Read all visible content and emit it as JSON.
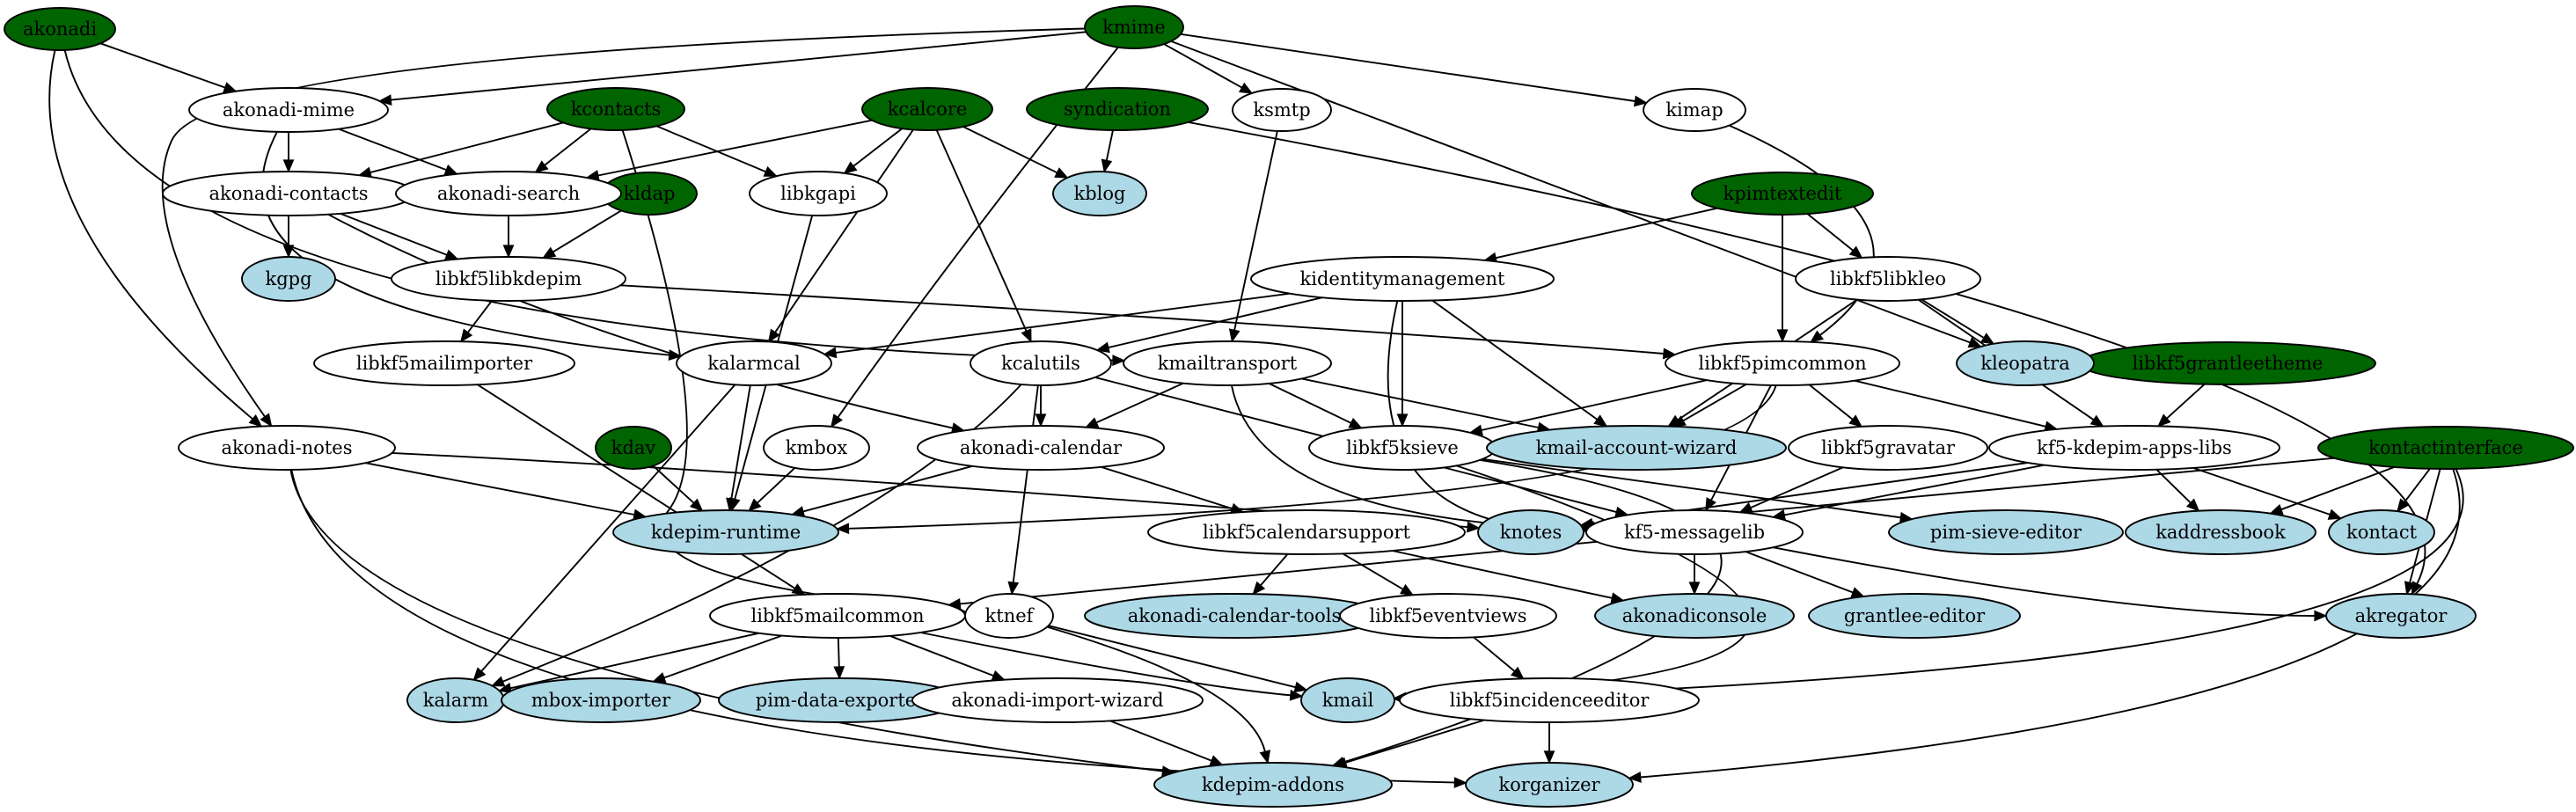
{
  "diagram": {
    "type": "dependency-graph",
    "colors": {
      "source": "#006400",
      "intermediate": "#ffffff",
      "leaf": "#add8e6",
      "edge": "#000000"
    },
    "nodes": [
      {
        "id": "akonadi",
        "label": "akonadi",
        "kind": "source"
      },
      {
        "id": "kmime",
        "label": "kmime",
        "kind": "source"
      },
      {
        "id": "kcontacts",
        "label": "kcontacts",
        "kind": "source"
      },
      {
        "id": "kcalcore",
        "label": "kcalcore",
        "kind": "source"
      },
      {
        "id": "syndication",
        "label": "syndication",
        "kind": "source"
      },
      {
        "id": "kldap",
        "label": "kldap",
        "kind": "source"
      },
      {
        "id": "kpimtextedit",
        "label": "kpimtextedit",
        "kind": "source"
      },
      {
        "id": "libkf5grantleetheme",
        "label": "libkf5grantleetheme",
        "kind": "source"
      },
      {
        "id": "kdav",
        "label": "kdav",
        "kind": "source"
      },
      {
        "id": "kontactinterface",
        "label": "kontactinterface",
        "kind": "source"
      },
      {
        "id": "akonadi-mime",
        "label": "akonadi-mime",
        "kind": "intermediate"
      },
      {
        "id": "ksmtp",
        "label": "ksmtp",
        "kind": "intermediate"
      },
      {
        "id": "kimap",
        "label": "kimap",
        "kind": "intermediate"
      },
      {
        "id": "akonadi-contacts",
        "label": "akonadi-contacts",
        "kind": "intermediate"
      },
      {
        "id": "akonadi-search",
        "label": "akonadi-search",
        "kind": "intermediate"
      },
      {
        "id": "libkgapi",
        "label": "libkgapi",
        "kind": "intermediate"
      },
      {
        "id": "kblog",
        "label": "kblog",
        "kind": "leaf"
      },
      {
        "id": "kgpg",
        "label": "kgpg",
        "kind": "leaf"
      },
      {
        "id": "libkf5libkdepim",
        "label": "libkf5libkdepim",
        "kind": "intermediate"
      },
      {
        "id": "kidentitymanagement",
        "label": "kidentitymanagement",
        "kind": "intermediate"
      },
      {
        "id": "libkf5libkleo",
        "label": "libkf5libkleo",
        "kind": "intermediate"
      },
      {
        "id": "libkf5mailimporter",
        "label": "libkf5mailimporter",
        "kind": "intermediate"
      },
      {
        "id": "kalarmcal",
        "label": "kalarmcal",
        "kind": "intermediate"
      },
      {
        "id": "kcalutils",
        "label": "kcalutils",
        "kind": "intermediate"
      },
      {
        "id": "kmailtransport",
        "label": "kmailtransport",
        "kind": "intermediate"
      },
      {
        "id": "libkf5pimcommon",
        "label": "libkf5pimcommon",
        "kind": "intermediate"
      },
      {
        "id": "kleopatra",
        "label": "kleopatra",
        "kind": "leaf"
      },
      {
        "id": "akonadi-notes",
        "label": "akonadi-notes",
        "kind": "intermediate"
      },
      {
        "id": "kmbox",
        "label": "kmbox",
        "kind": "intermediate"
      },
      {
        "id": "akonadi-calendar",
        "label": "akonadi-calendar",
        "kind": "intermediate"
      },
      {
        "id": "libkf5ksieve",
        "label": "libkf5ksieve",
        "kind": "intermediate"
      },
      {
        "id": "kmail-account-wizard",
        "label": "kmail-account-wizard",
        "kind": "leaf"
      },
      {
        "id": "libkf5gravatar",
        "label": "libkf5gravatar",
        "kind": "intermediate"
      },
      {
        "id": "kf5-kdepim-apps-libs",
        "label": "kf5-kdepim-apps-libs",
        "kind": "intermediate"
      },
      {
        "id": "kdepim-runtime",
        "label": "kdepim-runtime",
        "kind": "leaf"
      },
      {
        "id": "knotes",
        "label": "knotes",
        "kind": "leaf"
      },
      {
        "id": "libkf5calendarsupport",
        "label": "libkf5calendarsupport",
        "kind": "intermediate"
      },
      {
        "id": "kf5-messagelib",
        "label": "kf5-messagelib",
        "kind": "intermediate"
      },
      {
        "id": "pim-sieve-editor",
        "label": "pim-sieve-editor",
        "kind": "leaf"
      },
      {
        "id": "kaddressbook",
        "label": "kaddressbook",
        "kind": "leaf"
      },
      {
        "id": "kontact",
        "label": "kontact",
        "kind": "leaf"
      },
      {
        "id": "libkf5mailcommon",
        "label": "libkf5mailcommon",
        "kind": "intermediate"
      },
      {
        "id": "ktnef",
        "label": "ktnef",
        "kind": "intermediate"
      },
      {
        "id": "akonadi-calendar-tools",
        "label": "akonadi-calendar-tools",
        "kind": "leaf"
      },
      {
        "id": "libkf5eventviews",
        "label": "libkf5eventviews",
        "kind": "intermediate"
      },
      {
        "id": "akonadiconsole",
        "label": "akonadiconsole",
        "kind": "leaf"
      },
      {
        "id": "grantlee-editor",
        "label": "grantlee-editor",
        "kind": "leaf"
      },
      {
        "id": "akregator",
        "label": "akregator",
        "kind": "leaf"
      },
      {
        "id": "kalarm",
        "label": "kalarm",
        "kind": "leaf"
      },
      {
        "id": "mbox-importer",
        "label": "mbox-importer",
        "kind": "leaf"
      },
      {
        "id": "pim-data-exporter",
        "label": "pim-data-exporter",
        "kind": "leaf"
      },
      {
        "id": "akonadi-import-wizard",
        "label": "akonadi-import-wizard",
        "kind": "intermediate"
      },
      {
        "id": "kmail",
        "label": "kmail",
        "kind": "leaf"
      },
      {
        "id": "libkf5incidenceeditor",
        "label": "libkf5incidenceeditor",
        "kind": "intermediate"
      },
      {
        "id": "kdepim-addons",
        "label": "kdepim-addons",
        "kind": "leaf"
      },
      {
        "id": "korganizer",
        "label": "korganizer",
        "kind": "leaf"
      }
    ],
    "edges": [
      [
        "akonadi",
        "akonadi-mime"
      ],
      [
        "akonadi",
        "akonadi-notes"
      ],
      [
        "akonadi",
        "kmailtransport"
      ],
      [
        "kmime",
        "akonadi-mime"
      ],
      [
        "kmime",
        "ksmtp"
      ],
      [
        "kmime",
        "kimap"
      ],
      [
        "kmime",
        "akonadi-notes"
      ],
      [
        "kmime",
        "kmbox"
      ],
      [
        "kmime",
        "kleopatra"
      ],
      [
        "akonadi-mime",
        "akonadi-contacts"
      ],
      [
        "akonadi-mime",
        "akonadi-search"
      ],
      [
        "akonadi-mime",
        "kalarmcal"
      ],
      [
        "kcontacts",
        "akonadi-contacts"
      ],
      [
        "kcontacts",
        "akonadi-search"
      ],
      [
        "kcontacts",
        "libkgapi"
      ],
      [
        "kcontacts",
        "ktnef"
      ],
      [
        "kcalcore",
        "akonadi-search"
      ],
      [
        "kcalcore",
        "libkgapi"
      ],
      [
        "kcalcore",
        "kblog"
      ],
      [
        "kcalcore",
        "kalarmcal"
      ],
      [
        "kcalcore",
        "kcalutils"
      ],
      [
        "syndication",
        "kblog"
      ],
      [
        "syndication",
        "akregator"
      ],
      [
        "ksmtp",
        "kmailtransport"
      ],
      [
        "kimap",
        "libkf5pimcommon"
      ],
      [
        "akonadi-contacts",
        "kgpg"
      ],
      [
        "akonadi-contacts",
        "libkf5libkdepim"
      ],
      [
        "akonadi-contacts",
        "akonadi-calendar"
      ],
      [
        "akonadi-search",
        "libkf5libkdepim"
      ],
      [
        "kldap",
        "libkf5libkdepim"
      ],
      [
        "libkgapi",
        "kdepim-runtime"
      ],
      [
        "libkf5libkdepim",
        "libkf5mailimporter"
      ],
      [
        "libkf5libkdepim",
        "libkf5pimcommon"
      ],
      [
        "kpimtextedit",
        "kidentitymanagement"
      ],
      [
        "kpimtextedit",
        "libkf5libkleo"
      ],
      [
        "kpimtextedit",
        "libkf5pimcommon"
      ],
      [
        "kidentitymanagement",
        "kalarmcal"
      ],
      [
        "kidentitymanagement",
        "kcalutils"
      ],
      [
        "kidentitymanagement",
        "libkf5ksieve"
      ],
      [
        "kidentitymanagement",
        "kmail-account-wizard"
      ],
      [
        "kidentitymanagement",
        "kf5-messagelib"
      ],
      [
        "libkf5libkleo",
        "kleopatra"
      ],
      [
        "libkf5libkleo",
        "kmail-account-wizard"
      ],
      [
        "libkf5libkleo",
        "kf5-kdepim-apps-libs"
      ],
      [
        "libkf5mailimporter",
        "libkf5mailcommon"
      ],
      [
        "kalarmcal",
        "kdepim-runtime"
      ],
      [
        "kalarmcal",
        "kalarm"
      ],
      [
        "kcalutils",
        "akonadi-calendar"
      ],
      [
        "kcalutils",
        "kalarm"
      ],
      [
        "kcalutils",
        "ktnef"
      ],
      [
        "kcalutils",
        "kf5-messagelib"
      ],
      [
        "kmailtransport",
        "akonadi-calendar"
      ],
      [
        "kmailtransport",
        "libkf5ksieve"
      ],
      [
        "kmailtransport",
        "kmail-account-wizard"
      ],
      [
        "kmailtransport",
        "kf5-messagelib"
      ],
      [
        "libkf5pimcommon",
        "libkf5ksieve"
      ],
      [
        "libkf5pimcommon",
        "kmail-account-wizard"
      ],
      [
        "libkf5pimcommon",
        "libkf5gravatar"
      ],
      [
        "libkf5pimcommon",
        "kf5-kdepim-apps-libs"
      ],
      [
        "libkf5pimcommon",
        "kf5-messagelib"
      ],
      [
        "libkf5pimcommon",
        "kdepim-runtime"
      ],
      [
        "libkf5grantleetheme",
        "kf5-kdepim-apps-libs"
      ],
      [
        "akonadi-notes",
        "kdepim-runtime"
      ],
      [
        "akonadi-notes",
        "knotes"
      ],
      [
        "akonadi-notes",
        "kdepim-addons"
      ],
      [
        "akonadi-notes",
        "korganizer"
      ],
      [
        "kdav",
        "kdepim-runtime"
      ],
      [
        "kmbox",
        "kdepim-runtime"
      ],
      [
        "akonadi-calendar",
        "kdepim-runtime"
      ],
      [
        "akonadi-calendar",
        "libkf5calendarsupport"
      ],
      [
        "libkf5ksieve",
        "pim-sieve-editor"
      ],
      [
        "libkf5ksieve",
        "kdepim-addons"
      ],
      [
        "libkf5ksieve",
        "kmail"
      ],
      [
        "libkf5gravatar",
        "kf5-messagelib"
      ],
      [
        "kf5-kdepim-apps-libs",
        "kaddressbook"
      ],
      [
        "kf5-kdepim-apps-libs",
        "kontact"
      ],
      [
        "kf5-kdepim-apps-libs",
        "knotes"
      ],
      [
        "kf5-kdepim-apps-libs",
        "kf5-messagelib"
      ],
      [
        "kontactinterface",
        "kaddressbook"
      ],
      [
        "kontactinterface",
        "kontact"
      ],
      [
        "kontactinterface",
        "akregator"
      ],
      [
        "kontactinterface",
        "knotes"
      ],
      [
        "kontactinterface",
        "kmail"
      ],
      [
        "kontactinterface",
        "korganizer"
      ],
      [
        "libkf5calendarsupport",
        "akonadi-calendar-tools"
      ],
      [
        "libkf5calendarsupport",
        "libkf5eventviews"
      ],
      [
        "libkf5calendarsupport",
        "akonadiconsole"
      ],
      [
        "kf5-messagelib",
        "libkf5mailcommon"
      ],
      [
        "kf5-messagelib",
        "akonadiconsole"
      ],
      [
        "kf5-messagelib",
        "grantlee-editor"
      ],
      [
        "kf5-messagelib",
        "akregator"
      ],
      [
        "libkf5mailcommon",
        "kalarm"
      ],
      [
        "libkf5mailcommon",
        "mbox-importer"
      ],
      [
        "libkf5mailcommon",
        "pim-data-exporter"
      ],
      [
        "libkf5mailcommon",
        "akonadi-import-wizard"
      ],
      [
        "libkf5mailcommon",
        "kmail"
      ],
      [
        "ktnef",
        "kmail"
      ],
      [
        "ktnef",
        "kdepim-addons"
      ],
      [
        "libkf5eventviews",
        "libkf5incidenceeditor"
      ],
      [
        "akonadi-import-wizard",
        "kdepim-addons"
      ],
      [
        "libkf5incidenceeditor",
        "kdepim-addons"
      ],
      [
        "libkf5incidenceeditor",
        "korganizer"
      ]
    ]
  }
}
